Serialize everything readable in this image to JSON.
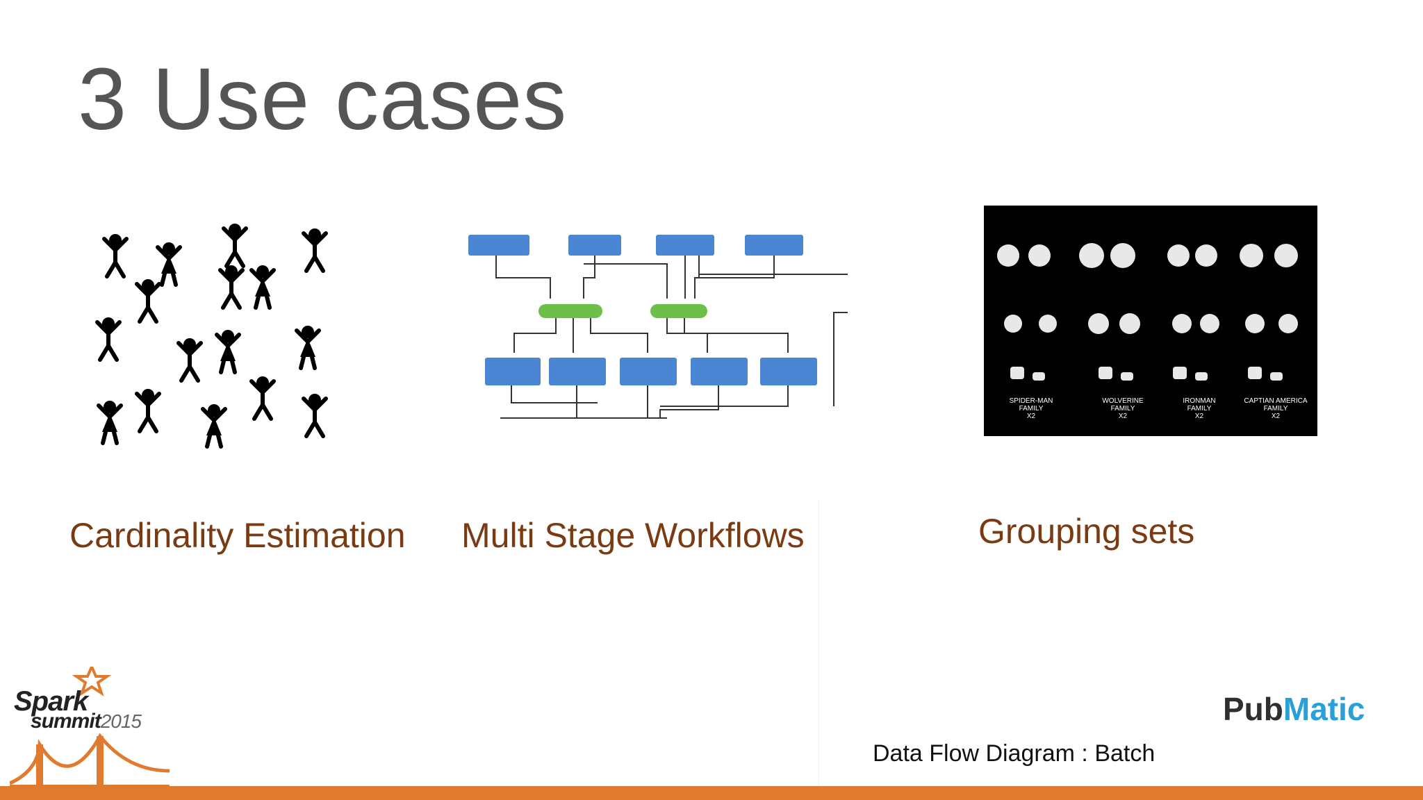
{
  "slide": {
    "title": "3 Use cases",
    "captions": [
      "Cardinality Estimation",
      "Multi Stage Workflows",
      "Grouping sets"
    ],
    "footnote": "Data Flow Diagram : Batch"
  },
  "hero_labels": [
    {
      "line1": "SPIDER-MAN",
      "line2": "FAMILY",
      "line3": "X2"
    },
    {
      "line1": "WOLVERINE",
      "line2": "FAMILY",
      "line3": "X2"
    },
    {
      "line1": "IRONMAN",
      "line2": "FAMILY",
      "line3": "X2"
    },
    {
      "line1": "CAPTIAN AMERICA",
      "line2": "FAMILY",
      "line3": "X2"
    }
  ],
  "logos": {
    "spark_word": "Spark",
    "summit_word": "summit",
    "summit_year": "2015",
    "pub": "Pub",
    "matic": "Matic"
  },
  "colors": {
    "title": "#555555",
    "caption": "#7a3a12",
    "accent_orange": "#e07a2e",
    "flow_box": "#4a86d4",
    "flow_green": "#6cc04a",
    "pubmatic_blue": "#2aa0d8"
  }
}
